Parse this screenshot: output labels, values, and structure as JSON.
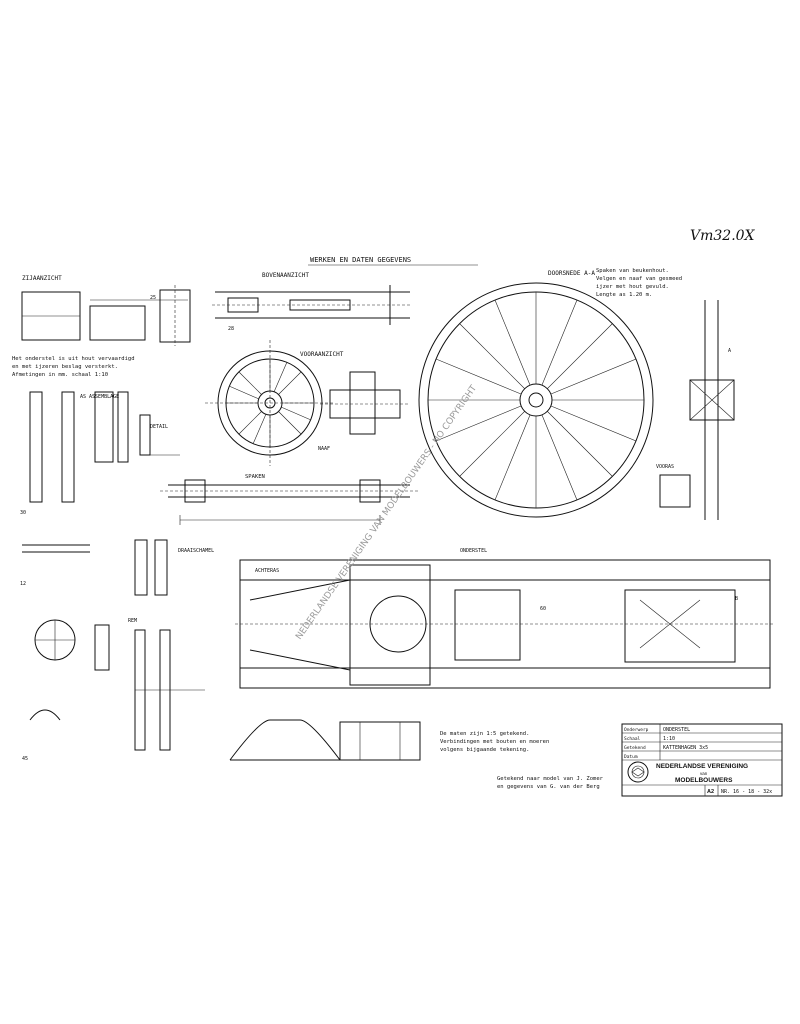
{
  "drawing": {
    "archive_number": "Vm32.0X",
    "main_title": "WERKEN EN DATEN GEGEVENS",
    "watermark": "NEDERLANDSE VERENIGING VAN MODELBOUWERS - NO COPYRIGHT"
  },
  "views": [
    {
      "key": "side_view",
      "label": "ZIJAANZICHT"
    },
    {
      "key": "top_detail",
      "label": "BOVENAANZICHT"
    },
    {
      "key": "front_view",
      "label": "VOORAANZICHT"
    },
    {
      "key": "axle",
      "label": "AS ASSEMBLAGE"
    },
    {
      "key": "spokes",
      "label": "SPAKEN"
    },
    {
      "key": "hub",
      "label": "NAAF"
    },
    {
      "key": "detail",
      "label": "DETAIL"
    },
    {
      "key": "section",
      "label": "DOORSNEDE A-A"
    },
    {
      "key": "front_axle",
      "label": "VOORAS"
    },
    {
      "key": "chassis",
      "label": "ONDERSTEL"
    },
    {
      "key": "bolster",
      "label": "DRAAISCHAMEL"
    },
    {
      "key": "brake",
      "label": "REM"
    },
    {
      "key": "rear_axle",
      "label": "ACHTERAS"
    }
  ],
  "notes": {
    "left_block": [
      "Het onderstel is uit hout vervaardigd",
      "en met ijzeren beslag versterkt.",
      "Afmetingen in mm. schaal 1:10"
    ],
    "right_block": [
      "Spaken van beukenhout.",
      "Velgen en naaf van gesmeed",
      "ijzer met hout gevuld.",
      "Lengte as 1.20 m."
    ],
    "bottom_center": [
      "De maten zijn 1:5 getekend.",
      "Verbindingen met bouten en moeren",
      "volgens bijgaande tekening."
    ],
    "credit": [
      "Getekend naar model van J. Zomer",
      "en gegevens van G. van der Berg"
    ],
    "small_labels": [
      "25",
      "28",
      "30",
      "12",
      "45",
      "60",
      "A",
      "B"
    ]
  },
  "title_block": {
    "rows": [
      {
        "label": "Onderwerp",
        "value": "ONDERSTEL"
      },
      {
        "label": "Schaal",
        "value": "1:10"
      },
      {
        "label": "Getekend",
        "value": "KATTENHAGEN 3x5"
      },
      {
        "label": "Datum",
        "value": ""
      }
    ],
    "org_line1": "NEDERLANDSE VERENIGING",
    "org_line2": "van",
    "org_line3": "MODELBOUWERS",
    "sheet_size": "A2",
    "sheet_no": "NR. 16 - 18 - 32x"
  },
  "colors": {
    "ink": "#111111",
    "paper": "#ffffff",
    "watermark": "#9a9a9a"
  }
}
